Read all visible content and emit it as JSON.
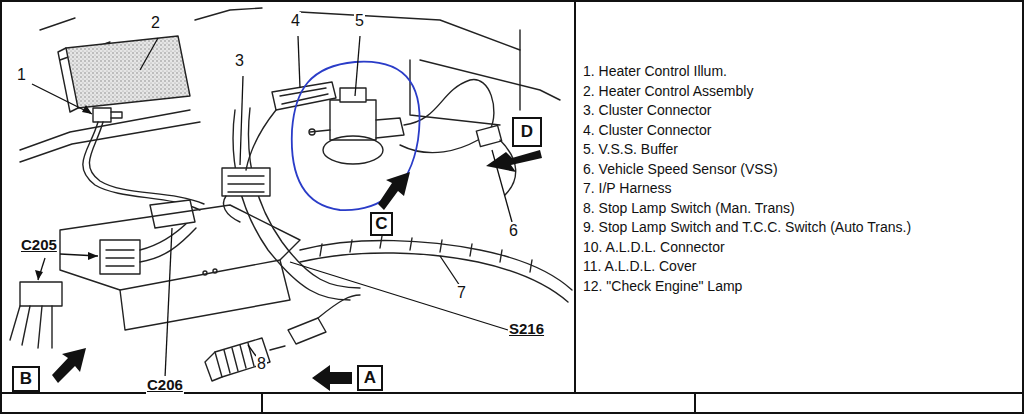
{
  "diagram": {
    "nodes": [
      {
        "text": [
          "D"
        ]
      },
      {
        "text": [
          "C"
        ]
      },
      {
        "text": [
          "A"
        ]
      },
      {
        "text": [
          "B"
        ]
      }
    ],
    "labels": [
      "1",
      "2",
      "3",
      "4",
      "5",
      "6",
      "7",
      "8",
      "C205",
      "C206",
      "S216",
      "1. Heater Control Illum.",
      "2. Heater Control Assembly",
      "3. Cluster Connector",
      "4. Cluster Connector",
      "5. V.S.S. Buffer",
      "6. Vehicle Speed Sensor (VSS)",
      "7. I/P Harness",
      "8. Stop Lamp Switch (Man. Trans)",
      "9. Stop Lamp Switch and T.C.C. Switch (Auto Trans.)",
      "10. A.L.D.L. Connector",
      "11. A.L.D.L. Cover",
      "12. \"Check Engine\" Lamp"
    ]
  }
}
